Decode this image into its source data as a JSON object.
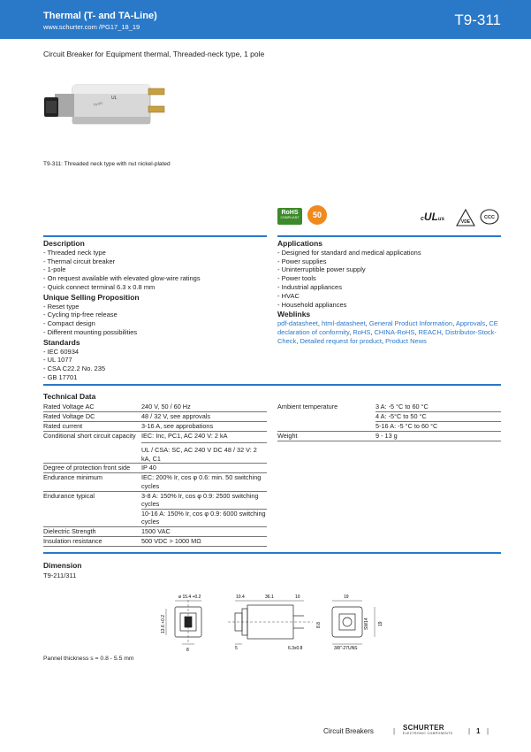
{
  "header": {
    "title": "Thermal (T- and TA-Line)",
    "url": "www.schurter.com /PG17_18_19",
    "code": "T9-311"
  },
  "subtitle": "Circuit Breaker for Equipment thermal, Threaded-neck type, 1 pole",
  "product_caption": "T9-311: Threaded neck type with nut nickel-plated",
  "certifications": {
    "rohs": "RoHS",
    "rohs_sub": "COMPLIANT",
    "years": "50",
    "ul": "UL",
    "ul_c": "c",
    "ul_us": "us",
    "vde": "VDE",
    "ccc": "CCC"
  },
  "description": {
    "heading": "Description",
    "items": [
      "Threaded neck type",
      "Thermal circuit breaker",
      "1-pole",
      "On request available with elevated glow-wire ratings",
      "Quick connect terminal 6.3 x 0.8 mm"
    ]
  },
  "usp": {
    "heading": "Unique Selling Proposition",
    "items": [
      "Reset type",
      "Cycling trip-free release",
      "Compact design",
      "Different mounting possibilities"
    ]
  },
  "standards": {
    "heading": "Standards",
    "items": [
      "IEC 60934",
      "UL 1077",
      "CSA C22.2 No. 235",
      "GB 17701"
    ]
  },
  "applications": {
    "heading": "Applications",
    "items": [
      "Designed for standard and medical applications",
      "Power supplies",
      "Uninterruptible power supply",
      "Power tools",
      "Industrial appliances",
      "HVAC",
      "Household appliances"
    ]
  },
  "weblinks": {
    "heading": "Weblinks",
    "links": [
      "pdf-datasheet",
      "html-datasheet",
      "General Product Information",
      "Approvals",
      "CE declaration of conformity",
      "RoHS",
      "CHINA-RoHS",
      "REACH",
      "Distributor-Stock-Check",
      "Detailed request for product",
      "Product News"
    ]
  },
  "technical_data": {
    "heading": "Technical Data",
    "left": [
      {
        "label": "Rated Voltage AC",
        "value": "240 V, 50 / 60 Hz"
      },
      {
        "label": "Rated Voltage DC",
        "value": "48 / 32 V, see approvals"
      },
      {
        "label": "Rated current",
        "value": "3-16 A, see approbations"
      },
      {
        "label": "Conditional short circuit capacity",
        "value": "IEC: Inc, PC1, AC 240 V: 2 kA",
        "value2": "UL / CSA: SC, AC 240 V DC 48 / 32 V: 2 kA, C1"
      },
      {
        "label": "Degree of protection front side",
        "value": "IP 40"
      },
      {
        "label": "Endurance minimum",
        "value": "IEC: 200% Ir, cos φ 0.6: min. 50 switching cycles"
      },
      {
        "label": "Endurance typical",
        "value": "3-8 A: 150% Ir, cos φ 0.9: 2500 switching cycles",
        "value2": "10-16 A: 150% Ir, cos φ 0.9: 6000 switching cycles"
      },
      {
        "label": "Dielectric Strength",
        "value": "1500 VAC"
      },
      {
        "label": "Insulation resistance",
        "value": "500 VDC > 1000 MΩ"
      }
    ],
    "right": [
      {
        "label": "Ambient temperature",
        "values": [
          "3 A: -5 °C to 60 °C",
          "4 A: -5°C to 50 °C",
          "5-16 A: -5 °C to 60 °C"
        ]
      },
      {
        "label": "Weight",
        "values": [
          "9 - 13 g"
        ]
      }
    ]
  },
  "dimension": {
    "heading": "Dimension",
    "subheading": "T9-211/311",
    "labels": {
      "d1": "ø 15.4 +0.2",
      "d2": "13.6 +0.2",
      "d3": "8",
      "d4": "10.4",
      "d5": "36.1",
      "d6": "10",
      "d7": "5",
      "d8": "6.3x0.8",
      "d9": "8.8",
      "d10": "19",
      "d11": "19",
      "d12": "SW14",
      "d13": "3/8\"-27UNS"
    },
    "pannel_note": "Pannel thickness s = 0.8 - 5.5 mm"
  },
  "footer": {
    "category": "Circuit Breakers",
    "brand": "SCHURTER",
    "brand_sub": "ELECTRONIC COMPONENTS",
    "page": "1"
  }
}
